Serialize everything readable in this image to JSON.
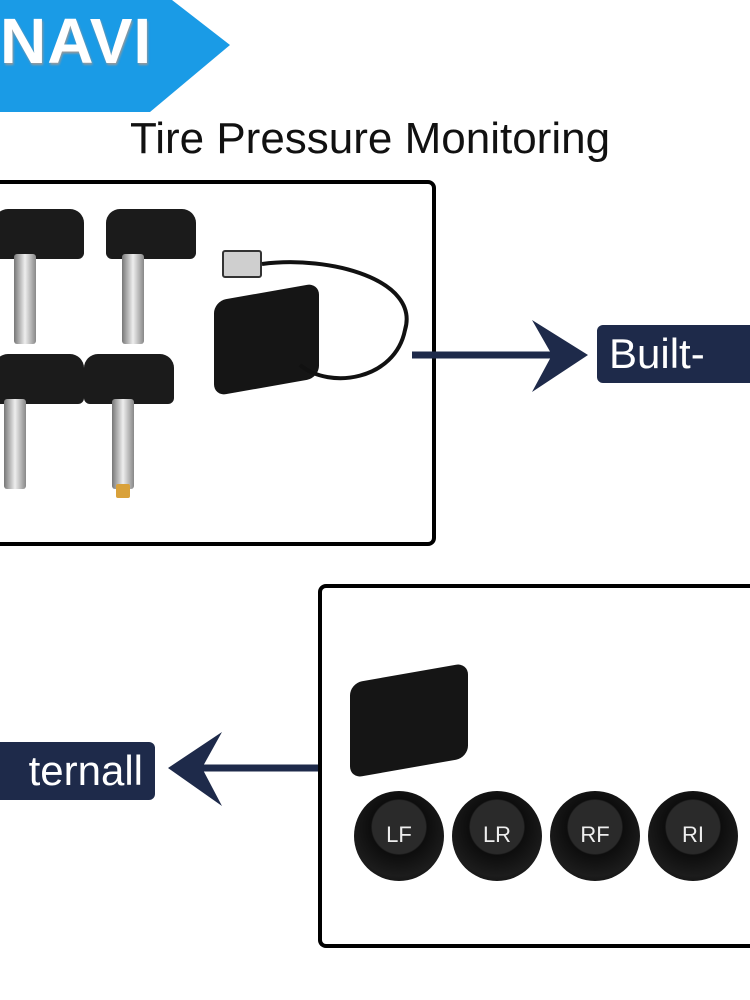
{
  "brand": {
    "name": "NAVI",
    "color": "#1a9be6"
  },
  "title": "Tire Pressure Monitoring",
  "built_in": {
    "label": "Built-"
  },
  "external": {
    "label": "ternall"
  },
  "caps": [
    "LF",
    "LR",
    "RF",
    "RI"
  ],
  "colors": {
    "label_bg": "#1e2a4a",
    "arrow": "#1e2a4a"
  }
}
